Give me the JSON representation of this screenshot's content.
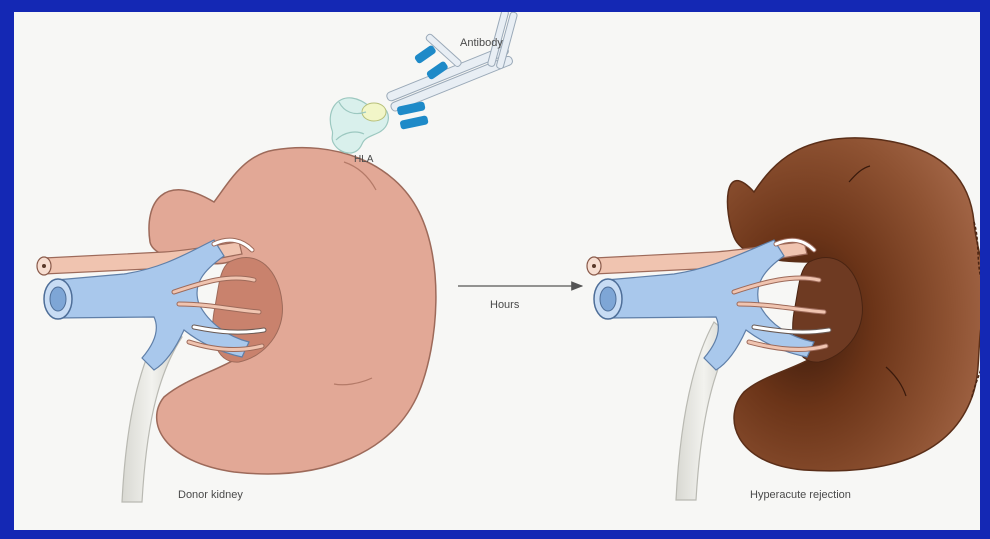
{
  "labels": {
    "antibody": "Antibody",
    "hla": "HLA",
    "arrow": "Hours",
    "left_kidney": "Donor kidney",
    "right_kidney": "Hyperacute rejection"
  },
  "colors": {
    "frame": "#1428b4",
    "background": "#f7f7f5",
    "healthy_kidney": "#e2a896",
    "rejected_kidney": "#8a4a2c",
    "vessel_blue": "#a9c8ec",
    "antibody_accent": "#1e8ac8"
  },
  "icons": [
    "antibody-icon",
    "hla-molecule-icon",
    "arrow-icon"
  ]
}
